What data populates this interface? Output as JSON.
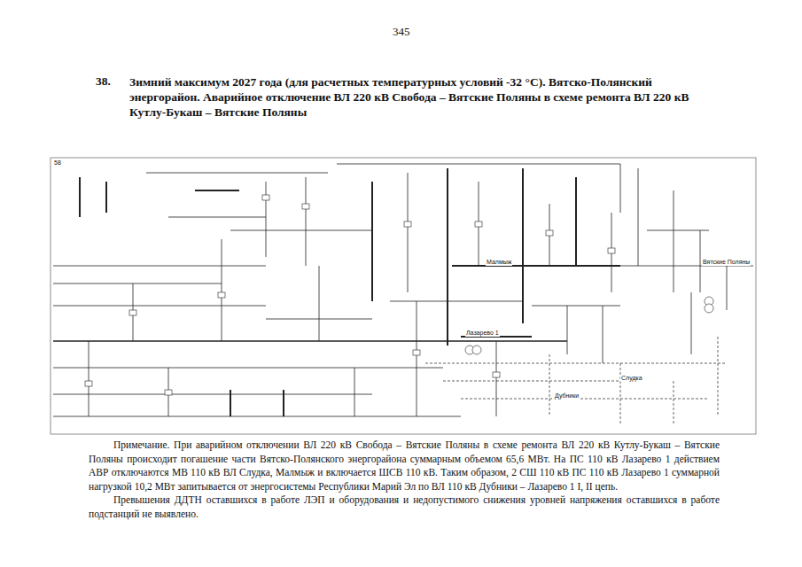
{
  "diagram": {
    "title": "Зимний максимум 2027 года (для расчетных температурных условий -32 °С). Вятско-Полянский энергорайон. Аварийное отключение ВЛ 220 кВ Свобода – Вятские Поляны в схеме ремонта ВЛ 220 кВ Кутлу-Букаш – Вятские Поляны",
    "labels": [
      "345",
      "38.",
      "58",
      "Вятские Поляны",
      "Малмыж",
      "Слудка",
      "Лазарево 1",
      "Дубники",
      "Примечание. При аварийном отключении ВЛ 220 кВ Свобода – Вятские Поляны в схеме ремонта ВЛ 220 кВ Кутлу-Букаш – Вятские Поляны происходит погашение части Вятско-Полянского энергорайона суммарным объемом 65,6 МВт. На ПС 110 кВ Лазарево 1 действием АВР отключаются МВ 110 кВ ВЛ Слудка, Малмыж и включается ШСВ 110 кВ. Таким образом, 2 СШ 110 кВ ПС 110 кВ Лазарево 1 суммарной нагрузкой 10,2 МВт запитывается от энергосистемы Республики Марий Эл по ВЛ 110 кВ Дубники – Лазарево 1 I, II цепь.",
      "Превышения ДДТН оставшихся в работе ЛЭП и оборудования и недопустимого снижения уровней напряжения оставшихся в работе подстанций не выявлено."
    ]
  }
}
